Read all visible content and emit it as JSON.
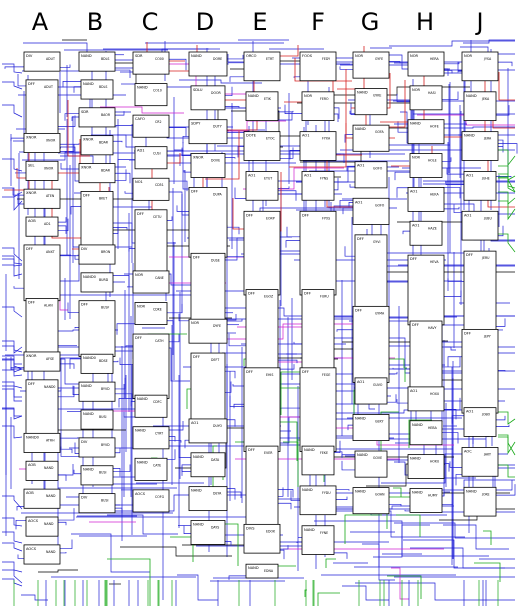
{
  "columns": [
    "A",
    "B",
    "C",
    "D",
    "E",
    "F",
    "G",
    "H",
    "J"
  ],
  "colors": {
    "blue": "#1f1fd6",
    "red": "#d62020",
    "green": "#18a818",
    "magenta": "#d020d0",
    "black": "#000000",
    "background": "#ffffff"
  },
  "components": [
    {
      "ref": "DIV",
      "val": "ADUT"
    },
    {
      "ref": "DFF",
      "val": "ADUT"
    },
    {
      "ref": "XNOR",
      "val": "XNOR"
    },
    {
      "ref": "SEL",
      "val": "XNOR"
    },
    {
      "ref": "XNOR",
      "val": "ATEN"
    },
    {
      "ref": "AOB",
      "val": "AD1"
    },
    {
      "ref": "DFF",
      "val": "ANXT"
    },
    {
      "ref": "DFF",
      "val": "ALAN"
    },
    {
      "ref": "XNOR",
      "val": "AFSE"
    },
    {
      "ref": "DFF",
      "val": "NAND0"
    },
    {
      "ref": "NAND0",
      "val": "ATRH"
    },
    {
      "ref": "AOB",
      "val": "NAND"
    },
    {
      "ref": "AOB",
      "val": "NAND"
    },
    {
      "ref": "AOCS",
      "val": "NAND"
    },
    {
      "ref": "AOCS",
      "val": "NAND"
    },
    {
      "ref": "NAND",
      "val": "BDLS"
    },
    {
      "ref": "NAND",
      "val": "BDLS"
    },
    {
      "ref": "SDR",
      "val": "BAOR"
    },
    {
      "ref": "XNOR",
      "val": "BDAR"
    },
    {
      "ref": "XNOR",
      "val": "BDAR"
    },
    {
      "ref": "DFF",
      "val": "BKET"
    },
    {
      "ref": "DIV",
      "val": "BRON"
    },
    {
      "ref": "NAND0",
      "val": "BURD"
    },
    {
      "ref": "DFF",
      "val": "BUSF"
    },
    {
      "ref": "NAND0",
      "val": "BDSE"
    },
    {
      "ref": "NAND",
      "val": "BYVD"
    },
    {
      "ref": "NAND",
      "val": "BUSI"
    },
    {
      "ref": "DIV",
      "val": "BYVD"
    },
    {
      "ref": "NAND",
      "val": "BUSI"
    },
    {
      "ref": "DIV",
      "val": "BUSI"
    },
    {
      "ref": "SDR",
      "val": "CO00"
    },
    {
      "ref": "NAND",
      "val": "CO10"
    },
    {
      "ref": "CAFO",
      "val": "CR2"
    },
    {
      "ref": "AD1",
      "val": "CUSI"
    },
    {
      "ref": "NO1",
      "val": "CD51"
    },
    {
      "ref": "DFF",
      "val": "CETU"
    },
    {
      "ref": "NOR",
      "val": "CANE"
    },
    {
      "ref": "NOR",
      "val": "CDKE"
    },
    {
      "ref": "DFF",
      "val": "CATH"
    },
    {
      "ref": "NAND",
      "val": "CDFC"
    },
    {
      "ref": "NAND",
      "val": "CYRT"
    },
    {
      "ref": "NAND",
      "val": "CATE"
    },
    {
      "ref": "AOCS",
      "val": "COFG"
    },
    {
      "ref": "NAND",
      "val": "DORE"
    },
    {
      "ref": "SDLU",
      "val": "DOOR"
    },
    {
      "ref": "SDPY",
      "val": "DUTY"
    },
    {
      "ref": "XNOR",
      "val": "DOVE"
    },
    {
      "ref": "DFF",
      "val": "DUPA"
    },
    {
      "ref": "DFF",
      "val": "DUSE"
    },
    {
      "ref": "NOR",
      "val": "DYFE"
    },
    {
      "ref": "DFF",
      "val": "DEFT"
    },
    {
      "ref": "AO1",
      "val": "DUYO"
    },
    {
      "ref": "NAND",
      "val": "DATA"
    },
    {
      "ref": "NAND",
      "val": "DEYA"
    },
    {
      "ref": "NAND",
      "val": "DAYS"
    },
    {
      "ref": "ORCO",
      "val": "ETRT"
    },
    {
      "ref": "NAND",
      "val": "ETIK"
    },
    {
      "ref": "DOTE",
      "val": "ETOC"
    },
    {
      "ref": "AO1",
      "val": "ETUT"
    },
    {
      "ref": "DFF",
      "val": "EORP"
    },
    {
      "ref": "DFF",
      "val": "EGOZ"
    },
    {
      "ref": "DFF",
      "val": "EHIS"
    },
    {
      "ref": "DFF",
      "val": "EVER"
    },
    {
      "ref": "DIVS",
      "val": "EDOK"
    },
    {
      "ref": "NAND",
      "val": "EDNA"
    },
    {
      "ref": "FOOS",
      "val": "FEDY"
    },
    {
      "ref": "NOR",
      "val": "FERO"
    },
    {
      "ref": "AO1",
      "val": "FYXA"
    },
    {
      "ref": "AO1",
      "val": "FYNS"
    },
    {
      "ref": "DFF",
      "val": "FYOS"
    },
    {
      "ref": "DFF",
      "val": "FURU"
    },
    {
      "ref": "DFF",
      "val": "FEGE"
    },
    {
      "ref": "NAND",
      "val": "FEKE"
    },
    {
      "ref": "NAND",
      "val": "FYDU"
    },
    {
      "ref": "NAND",
      "val": "FYNE"
    },
    {
      "ref": "NOR",
      "val": "GYFE"
    },
    {
      "ref": "NAND",
      "val": "GYKE"
    },
    {
      "ref": "NAND",
      "val": "GOFA"
    },
    {
      "ref": "AO1",
      "val": "GOFO"
    },
    {
      "ref": "AO1",
      "val": "GOFO"
    },
    {
      "ref": "DFF",
      "val": "GYVI"
    },
    {
      "ref": "DFF",
      "val": "GYMA"
    },
    {
      "ref": "AO1",
      "val": "GUVO"
    },
    {
      "ref": "NAND",
      "val": "GEKY"
    },
    {
      "ref": "NAND",
      "val": "GOVE"
    },
    {
      "ref": "NAND",
      "val": "GOAN"
    },
    {
      "ref": "NOR",
      "val": "HERA"
    },
    {
      "ref": "NOR",
      "val": "HASI"
    },
    {
      "ref": "NAND",
      "val": "HOFE"
    },
    {
      "ref": "NOR",
      "val": "HOLE"
    },
    {
      "ref": "AO1",
      "val": "HEKA"
    },
    {
      "ref": "AO1",
      "val": "HAZE"
    },
    {
      "ref": "DFF",
      "val": "HEVA"
    },
    {
      "ref": "DFF",
      "val": "HAVY"
    },
    {
      "ref": "AO1",
      "val": "HOXU"
    },
    {
      "ref": "NAND",
      "val": "HEBA"
    },
    {
      "ref": "NAND",
      "val": "HOKU"
    },
    {
      "ref": "NAND",
      "val": "HUMY"
    },
    {
      "ref": "NOR",
      "val": "JYSA"
    },
    {
      "ref": "NAND",
      "val": "JEKA"
    },
    {
      "ref": "NAND",
      "val": "JERA"
    },
    {
      "ref": "AO1",
      "val": "JUHE"
    },
    {
      "ref": "AO1",
      "val": "JUBU"
    },
    {
      "ref": "DFF",
      "val": "JERU"
    },
    {
      "ref": "DFF",
      "val": "JEPY"
    },
    {
      "ref": "AO1",
      "val": "JOBO"
    },
    {
      "ref": "AOC",
      "val": "JAKY"
    },
    {
      "ref": "NAND",
      "val": "JOKE"
    }
  ]
}
